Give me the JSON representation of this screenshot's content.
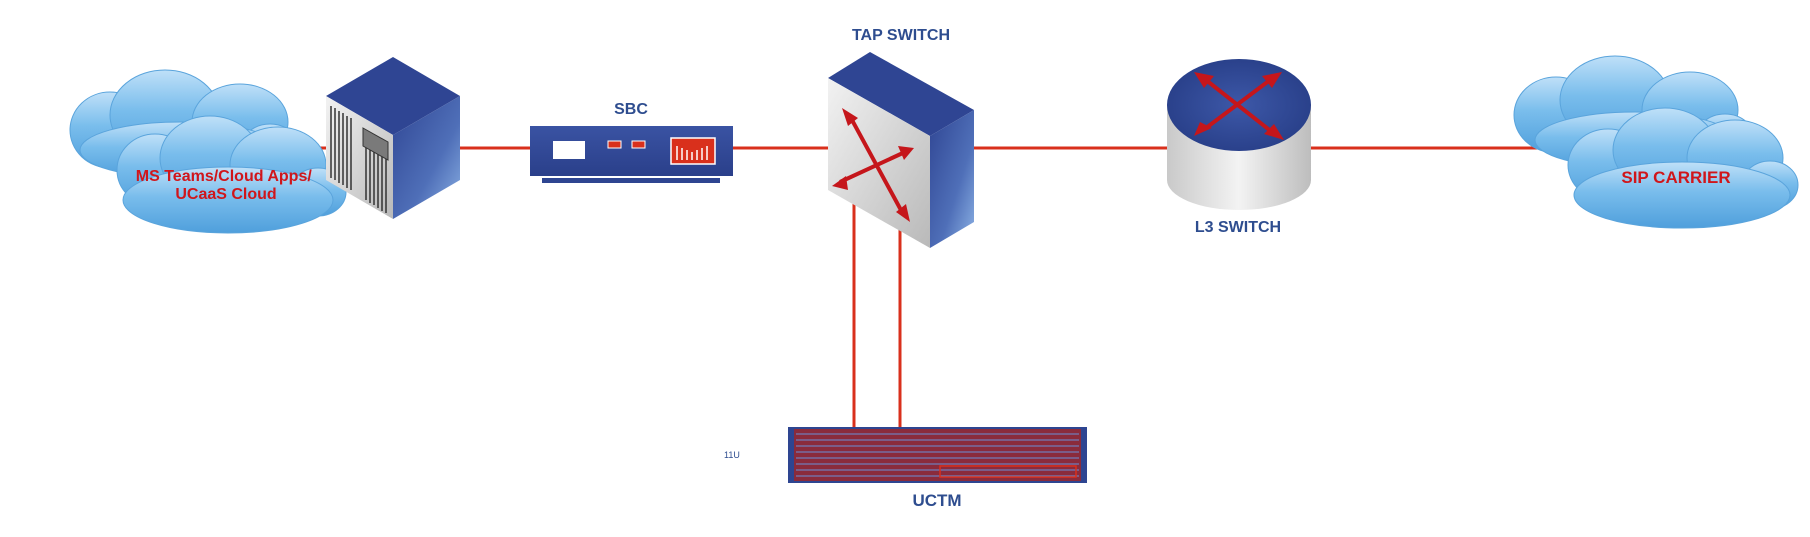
{
  "colors": {
    "link": "#d9301c",
    "navy": "#2e4591",
    "navy_label": "#2e4d8f",
    "red_label": "#d0161b",
    "cloud": "#6ab2e6"
  },
  "labels": {
    "cloud_left": [
      "MS Teams/Cloud Apps/",
      "UCaaS Cloud"
    ],
    "sbc": "SBC",
    "tap_switch": "TAP SWITCH",
    "l3_switch": "L3 SWITCH",
    "sip_carrier": "SIP CARRIER",
    "uctm": "UCTM",
    "rack_unit": "11U"
  },
  "icons": {
    "cloud_left": "cloud-icon",
    "server": "server-cube-icon",
    "sbc": "sbc-appliance-icon",
    "tap_switch": "tap-switch-cube-icon",
    "l3_switch": "router-cylinder-icon",
    "cloud_right": "cloud-icon",
    "uctm": "rack-appliance-icon"
  },
  "connections": [
    {
      "from": "MS Teams/Cloud Apps/ UCaaS Cloud",
      "to": "server"
    },
    {
      "from": "server",
      "to": "SBC"
    },
    {
      "from": "SBC",
      "to": "TAP SWITCH"
    },
    {
      "from": "TAP SWITCH",
      "to": "L3 SWITCH"
    },
    {
      "from": "L3 SWITCH",
      "to": "SIP CARRIER"
    },
    {
      "from": "TAP SWITCH",
      "to": "UCTM"
    },
    {
      "from": "TAP SWITCH",
      "to": "UCTM"
    }
  ]
}
